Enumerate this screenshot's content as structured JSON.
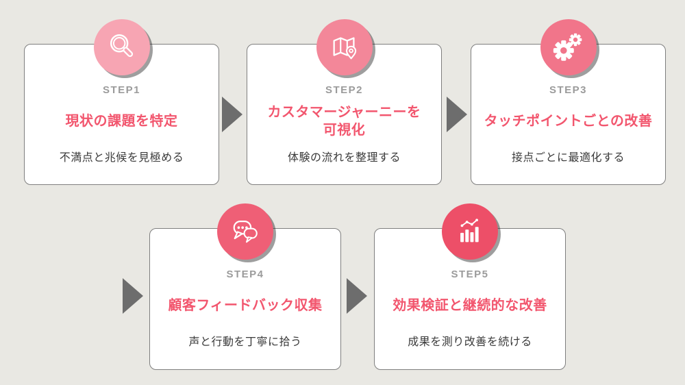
{
  "diagram": {
    "kind": "process-flow",
    "language": "ja",
    "step_count": 5
  },
  "steps": [
    {
      "label": "STEP1",
      "title": "現状の課題を特定",
      "description": "不満点と兆候を見極める",
      "icon": "magnifier-icon",
      "circle_color": "#f7a5b3"
    },
    {
      "label": "STEP2",
      "title": "カスタマージャーニーを\n可視化",
      "description": "体験の流れを整理する",
      "icon": "map-icon",
      "circle_color": "#f38799"
    },
    {
      "label": "STEP3",
      "title": "タッチポイントごとの改善",
      "description": "接点ごとに最適化する",
      "icon": "gears-icon",
      "circle_color": "#f1758a"
    },
    {
      "label": "STEP4",
      "title": "顧客フィードバック収集",
      "description": "声と行動を丁寧に拾う",
      "icon": "chat-bubbles-icon",
      "circle_color": "#ef5f76"
    },
    {
      "label": "STEP5",
      "title": "効果検証と継続的な改善",
      "description": "成果を測り改善を続ける",
      "icon": "bar-chart-icon",
      "circle_color": "#ed4f68"
    }
  ],
  "colors": {
    "background": "#e9e8e3",
    "card_background": "#ffffff",
    "card_border": "#7e7e7e",
    "title_text": "#f2566e",
    "step_label_text": "#9b9b9b",
    "body_text": "#3a3a3a",
    "arrow": "#6d6d6d",
    "icon_stroke": "#ffffff"
  }
}
